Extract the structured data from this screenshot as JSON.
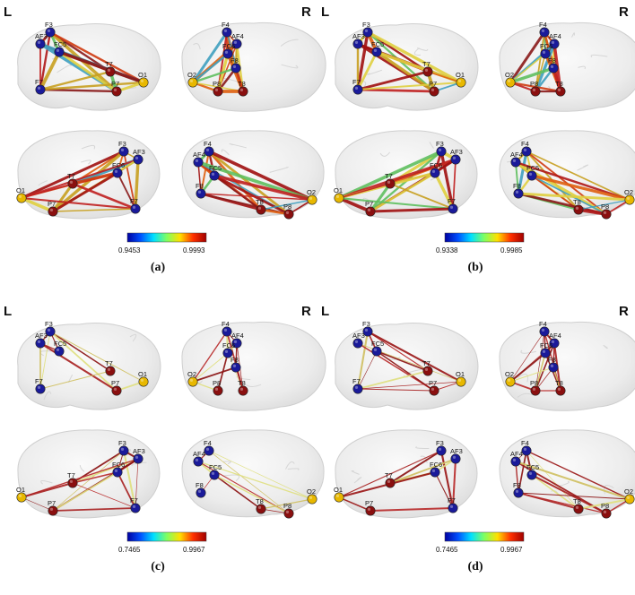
{
  "hemisphere_labels": {
    "left": "L",
    "right": "R"
  },
  "panels": [
    {
      "label": "(a)",
      "colorbar": {
        "min": "0.9453",
        "max": "0.9993"
      },
      "style": "dense"
    },
    {
      "label": "(b)",
      "colorbar": {
        "min": "0.9338",
        "max": "0.9985"
      },
      "style": "dense"
    },
    {
      "label": "(c)",
      "colorbar": {
        "min": "0.7465",
        "max": "0.9967"
      },
      "style": "sparse"
    },
    {
      "label": "(d)",
      "colorbar": {
        "min": "0.7465",
        "max": "0.9967"
      },
      "style": "sparse"
    }
  ],
  "colorbar_gradient": [
    "#0000a0",
    "#0050ff",
    "#00e0ff",
    "#80ff60",
    "#ffe000",
    "#ff3000",
    "#a00000"
  ],
  "node_colors": {
    "blue": "#1a1a9a",
    "yellow": "#e8b800",
    "red": "#8a0f0f"
  },
  "views": [
    {
      "name": "left-lateral",
      "nodes": [
        {
          "label": "F3",
          "color": "blue"
        },
        {
          "label": "AF3",
          "color": "blue"
        },
        {
          "label": "FC5",
          "color": "blue"
        },
        {
          "label": "F7",
          "color": "blue"
        },
        {
          "label": "T7",
          "color": "red"
        },
        {
          "label": "P7",
          "color": "red"
        },
        {
          "label": "O1",
          "color": "yellow"
        }
      ]
    },
    {
      "name": "right-lateral",
      "nodes": [
        {
          "label": "F4",
          "color": "blue"
        },
        {
          "label": "AF4",
          "color": "blue"
        },
        {
          "label": "FC6",
          "color": "blue"
        },
        {
          "label": "F8",
          "color": "blue"
        },
        {
          "label": "O2",
          "color": "yellow"
        },
        {
          "label": "P8",
          "color": "red"
        },
        {
          "label": "T8",
          "color": "red"
        }
      ]
    },
    {
      "name": "left-medial",
      "nodes": [
        {
          "label": "F3",
          "color": "blue"
        },
        {
          "label": "AF3",
          "color": "blue"
        },
        {
          "label": "FC6",
          "color": "blue"
        },
        {
          "label": "T7",
          "color": "red"
        },
        {
          "label": "O1",
          "color": "yellow"
        },
        {
          "label": "P7",
          "color": "red"
        },
        {
          "label": "F7",
          "color": "blue"
        }
      ]
    },
    {
      "name": "right-medial",
      "nodes": [
        {
          "label": "F4",
          "color": "blue"
        },
        {
          "label": "AF4",
          "color": "blue"
        },
        {
          "label": "FC5",
          "color": "blue"
        },
        {
          "label": "F8",
          "color": "blue"
        },
        {
          "label": "T8",
          "color": "red"
        },
        {
          "label": "P8",
          "color": "red"
        },
        {
          "label": "O2",
          "color": "yellow"
        }
      ]
    }
  ]
}
